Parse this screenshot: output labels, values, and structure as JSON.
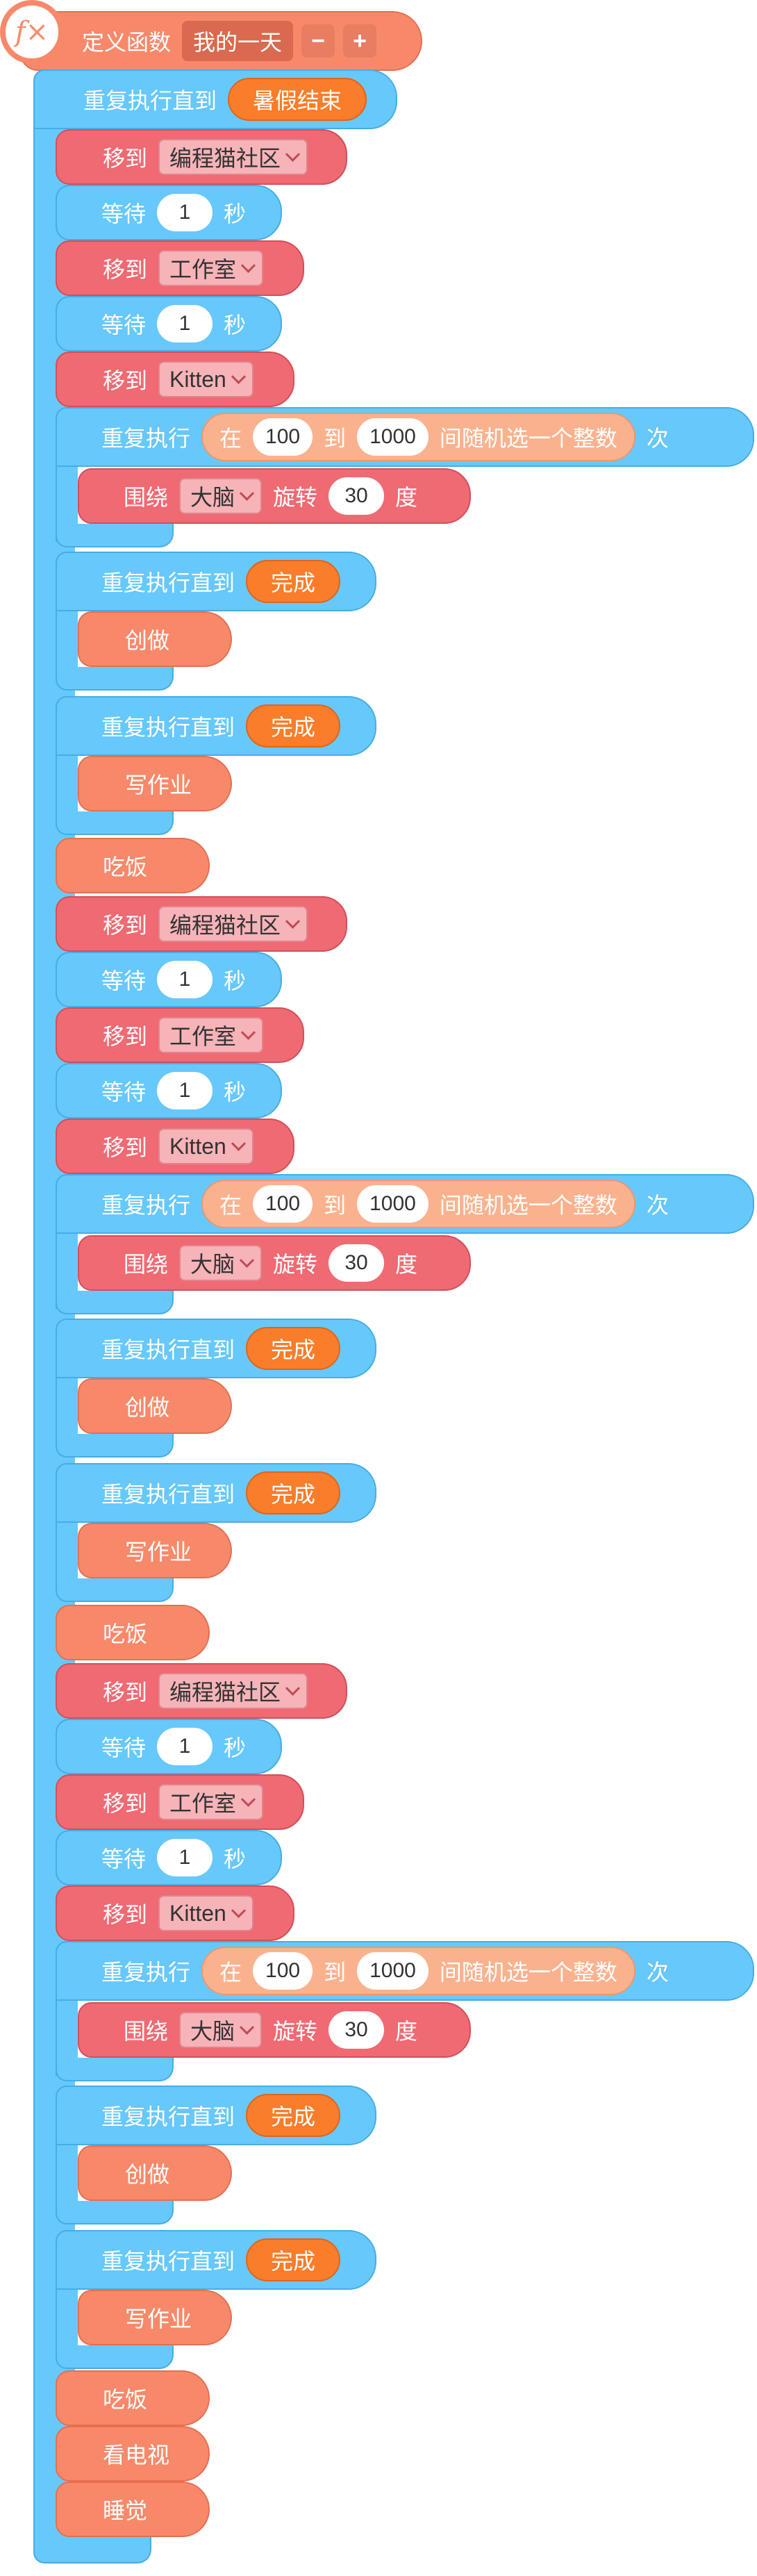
{
  "define": {
    "label": "定义函数",
    "name": "我的一天",
    "minus": "−",
    "plus": "+",
    "icon": "fx-icon"
  },
  "outer_loop": {
    "label": "重复执行直到",
    "condition": "暑假结束"
  },
  "labels": {
    "move": "移到",
    "wait": "等待",
    "seconds": "秒",
    "repeat": "重复执行",
    "times": "次",
    "rand_in": "在",
    "rand_to": "到",
    "rand_pick": "间随机选一个整数",
    "around": "围绕",
    "rotate": "旋转",
    "degree": "度",
    "repeat_until": "重复执行直到",
    "done": "完成",
    "create": "创做",
    "homework": "写作业",
    "eat": "吃饭",
    "tv": "看电视",
    "sleep": "睡觉"
  },
  "rounds": [
    {
      "move1_target": "编程猫社区",
      "wait1": "1",
      "move2_target": "工作室",
      "wait2": "1",
      "move3_target": "Kitten",
      "rand_min": "100",
      "rand_max": "1000",
      "rotate_target": "大脑",
      "rotate_deg": "30"
    },
    {
      "move1_target": "编程猫社区",
      "wait1": "1",
      "move2_target": "工作室",
      "wait2": "1",
      "move3_target": "Kitten",
      "rand_min": "100",
      "rand_max": "1000",
      "rotate_target": "大脑",
      "rotate_deg": "30"
    },
    {
      "move1_target": "编程猫社区",
      "wait1": "1",
      "move2_target": "工作室",
      "wait2": "1",
      "move3_target": "Kitten",
      "rand_min": "100",
      "rand_max": "1000",
      "rotate_target": "大脑",
      "rotate_deg": "30"
    }
  ],
  "colors": {
    "function": "#f7896a",
    "control": "#67c8fb",
    "motion": "#ef6a73",
    "operator": "#fab28e",
    "condition": "#f97d2a"
  }
}
